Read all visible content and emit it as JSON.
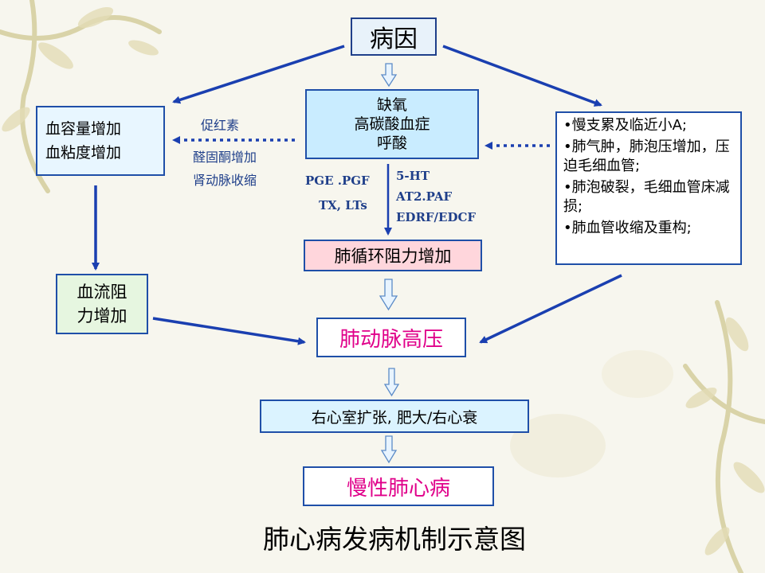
{
  "nodes": {
    "cause": "病因",
    "hypoxia": [
      "缺氧",
      "高碳酸血症",
      "呼酸"
    ],
    "blood": [
      "血容量增加",
      "血粘度增加"
    ],
    "lung_items": [
      "•慢支累及临近小A;",
      "•肺气肿，肺泡压增加，压迫毛细血管;",
      "•肺泡破裂，毛细血管床减损;",
      "•肺血管收缩及重构;"
    ],
    "resistance": "肺循环阻力增加",
    "flow_resistance": "血流阻力增加",
    "pulmonary_hypertension": "肺动脉高压",
    "right_ventricle": "右心室扩张, 肥大/右心衰",
    "cor_pulmonale": "慢性肺心病"
  },
  "labels": {
    "hypoxia_to_blood": [
      "促红素",
      "醛固酮增加",
      "肾动脉收缩"
    ],
    "mediators_left": [
      "PGE .PGF",
      "TX, LTs"
    ],
    "mediators_right": [
      "5-HT",
      "AT2.PAF",
      "EDRF/EDCF"
    ]
  },
  "caption": "肺心病发病机制示意图",
  "colors": {
    "box_border": "#1f4fa8",
    "arrow": "#1a3fb0",
    "highlight_text": "#e0008a",
    "label_text": "#1f3f8a"
  }
}
